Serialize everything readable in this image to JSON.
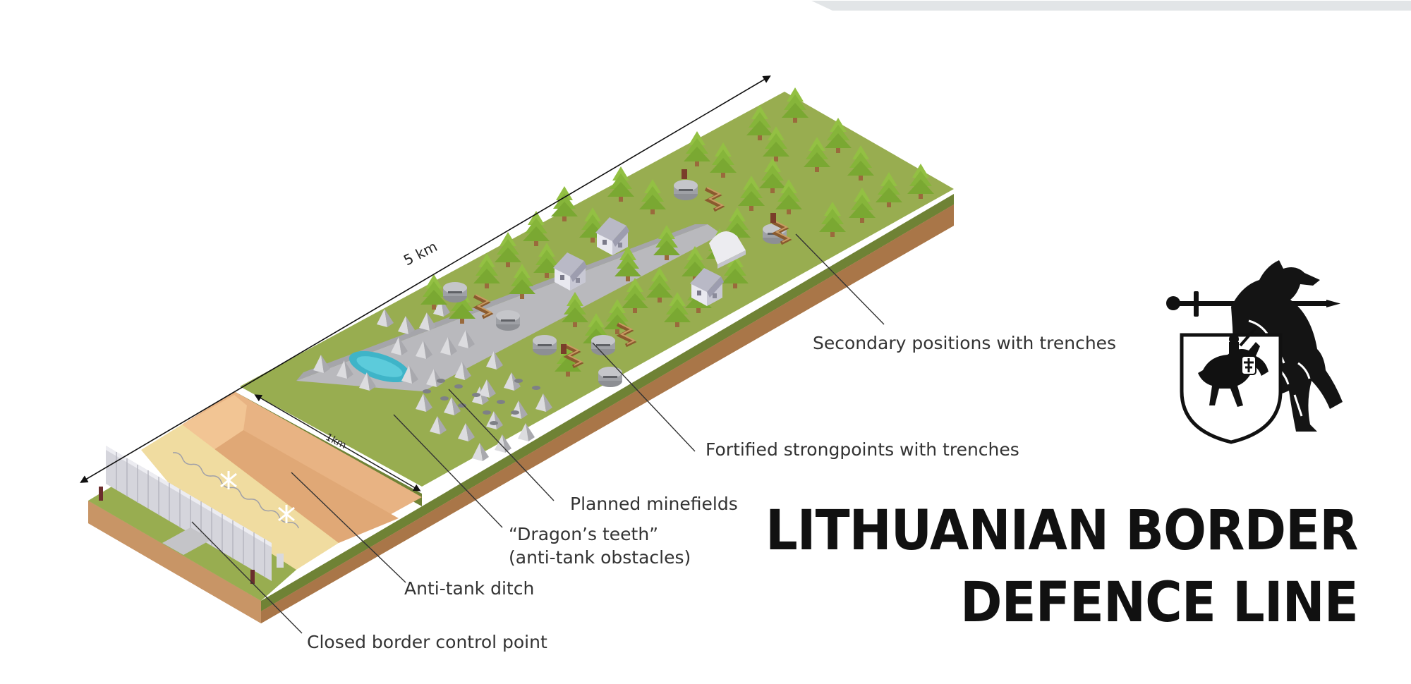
{
  "title": {
    "line1": "LITHUANIAN BORDER",
    "line2": "DEFENCE LINE"
  },
  "dimensions": {
    "length": "5 km",
    "width": "1km"
  },
  "labels": {
    "secondary_positions": "Secondary positions with trenches",
    "fortified_strongpoints": "Fortified strongpoints with trenches",
    "planned_minefields": "Planned minefields",
    "dragons_teeth_line1": "“Dragon’s teeth”",
    "dragons_teeth_line2": "(anti-tank obstacles)",
    "anti_tank_ditch": "Anti-tank ditch",
    "closed_border_control_point": "Closed border control point"
  },
  "colors": {
    "grass_top": "#97ac4e",
    "grass_side": "#6f8235",
    "soil_side": "#b98758",
    "sand": "#f0dca0",
    "ditch": "#e8b383",
    "road": "#b4b4b8",
    "water": "#3fb4c8",
    "tree": "#8cb83c",
    "text": "#333333",
    "title": "#111111"
  },
  "icons": {
    "emblem": "vytis-wolf-emblem-icon",
    "tree": "pine-tree-icon",
    "bunker": "bunker-icon",
    "house": "house-icon",
    "dragons_teeth": "pyramid-obstacle-icon"
  }
}
